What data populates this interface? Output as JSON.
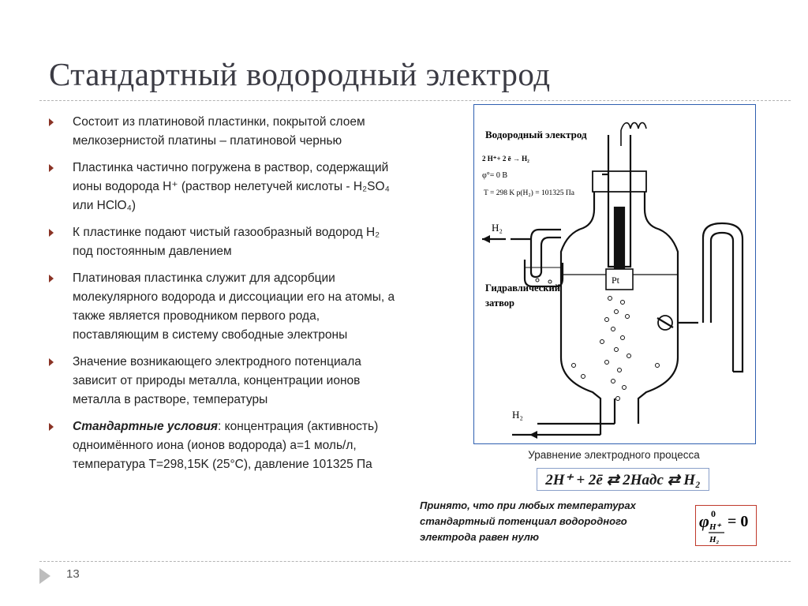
{
  "slide": {
    "title": "Стандартный водородный электрод",
    "number": "13"
  },
  "bullets": [
    {
      "text": "Состоит из платиновой пластинки, покрытой слоем мелкозернистой платины – платиновой чернью"
    },
    {
      "text": "Пластинка частично погружена в раствор, содержащий ионы водорода H⁺ (раствор нелетучей кислоты - H₂SO₄ или HClO₄)"
    },
    {
      "text": "К пластинке подают чистый газообразный водород H₂ под постоянным давлением"
    },
    {
      "text": "Платиновая пластинка служит для адсорбции молекулярного водорода и диссоциации его на атомы, а также является проводником первого рода, поставляющим в систему свободные электроны"
    },
    {
      "text": "Значение возникающего электродного потенциала зависит от природы металла, концентрации ионов металла в растворе, температуры"
    },
    {
      "emphasis": "Стандартные условия",
      "text": ": концентрация (активность) одноимённого иона (ионов водорода) a=1 моль/л, температура T=298,15K (25°C), давление 101325 Па"
    }
  ],
  "diagram": {
    "title": "Водородный электрод",
    "reaction": "2 H⁺+ 2 ē → H₂",
    "potential": "φ°= 0 B",
    "conditions": "T = 298 K  p(H₂) = 101325 Па",
    "h2_out": "H₂",
    "h2_in": "H₂",
    "electrode": "Pt",
    "seal_label_1": "Гидравлический",
    "seal_label_2": "затвор"
  },
  "equation": {
    "caption": "Уравнение электродного процесса",
    "formula": "2H⁺ + 2ē ⇄ 2Hадс ⇄ H₂"
  },
  "note": {
    "text": "Принято, что при любых температурах стандартный потенциал водородного электрода равен нулю"
  },
  "standard_potential": {
    "symbol": "φ",
    "superscript": "0",
    "subscript_top": "H⁺",
    "subscript_bottom": "H₂",
    "value": "= 0"
  }
}
